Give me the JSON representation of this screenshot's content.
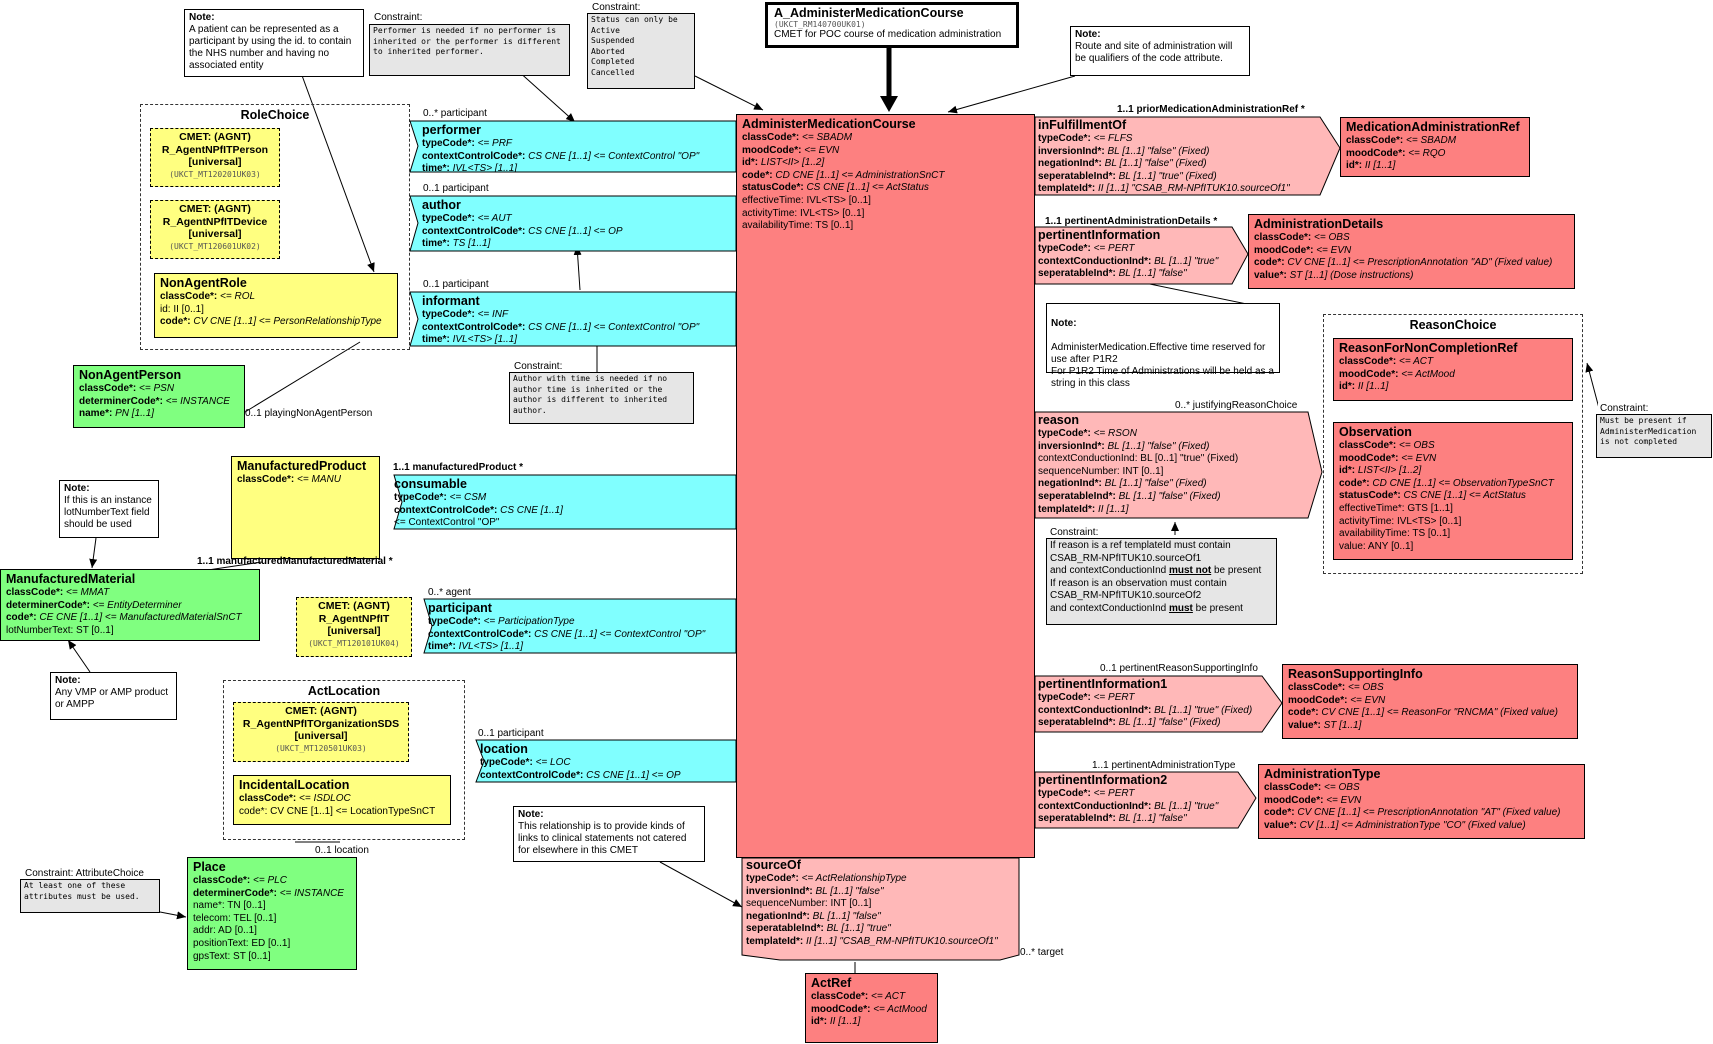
{
  "header": {
    "title": "A_AdministerMedicationCourse",
    "id": "(UKCT_RM140700UK01)",
    "description": "CMET for POC course of medication administration"
  },
  "main": {
    "title": "AdministerMedicationCourse",
    "rows": [
      {
        "k": "classCode*: ",
        "v": "<= SBADM",
        "kb": true,
        "vi": true
      },
      {
        "k": "moodCode*: ",
        "v": "<= EVN",
        "kb": true,
        "vi": true
      },
      {
        "k": "id*: ",
        "v": "LIST<II> [1..2]",
        "kb": true
      },
      {
        "k": "code*: ",
        "v": "CD CNE [1..1] <= AdministrationSnCT",
        "kb": true
      },
      {
        "k": "statusCode*: ",
        "v": "CS CNE [1..1] <= ActStatus",
        "kb": true
      },
      {
        "k": "",
        "v": "effectiveTime: IVL<TS> [0..1]"
      },
      {
        "k": "",
        "v": "activityTime: IVL<TS> [0..1]"
      },
      {
        "k": "",
        "v": "availabilityTime: TS [0..1]"
      }
    ]
  },
  "performer": {
    "title": "performer",
    "rows": [
      {
        "k": "typeCode*: ",
        "v": "<= PRF"
      },
      {
        "k": "contextControlCode*: ",
        "v": "CS CNE [1..1] <= ContextControl \"OP\""
      },
      {
        "k": "time*: ",
        "v": "IVL<TS> [1..1]"
      }
    ]
  },
  "author": {
    "title": "author",
    "rows": [
      {
        "k": "typeCode*: ",
        "v": "<= AUT"
      },
      {
        "k": "contextControlCode*: ",
        "v": "CS CNE [1..1] <= OP"
      },
      {
        "k": "time*: ",
        "v": "TS [1..1]"
      }
    ]
  },
  "informant": {
    "title": "informant",
    "rows": [
      {
        "k": "typeCode*: ",
        "v": "<= INF"
      },
      {
        "k": "contextControlCode*: ",
        "v": "CS CNE [1..1] <= ContextControl \"OP\""
      },
      {
        "k": "time*: ",
        "v": "IVL<TS> [1..1]"
      }
    ]
  },
  "consumable": {
    "title": "consumable",
    "rows": [
      {
        "k": "typeCode*: ",
        "v": "<= CSM"
      },
      {
        "k": "contextControlCode*: ",
        "v": "CS CNE [1..1]"
      },
      {
        "k": "",
        "v": "<= ContextControl \"OP\""
      }
    ]
  },
  "participant": {
    "title": "participant",
    "rows": [
      {
        "k": "typeCode*: ",
        "v": "<= ParticipationType"
      },
      {
        "k": "contextControlCode*: ",
        "v": "CS CNE [1..1] <= ContextControl \"OP\""
      },
      {
        "k": "time*: ",
        "v": "IVL<TS> [1..1]"
      }
    ]
  },
  "location": {
    "title": "location",
    "rows": [
      {
        "k": "typeCode*: ",
        "v": "<= LOC"
      },
      {
        "k": "contextControlCode*: ",
        "v": "CS CNE [1..1] <= OP"
      }
    ]
  },
  "nonAgentRole": {
    "title": "NonAgentRole",
    "rows": [
      {
        "k": "classCode*: ",
        "v": "<= ROL"
      },
      {
        "k": "",
        "v": "id: II [0..1]"
      },
      {
        "k": "code*: ",
        "v": "CV CNE [1..1] <= PersonRelationshipType"
      }
    ]
  },
  "nonAgentPerson": {
    "title": "NonAgentPerson",
    "rows": [
      {
        "k": "classCode*: ",
        "v": "<= PSN"
      },
      {
        "k": "determinerCode*: ",
        "v": "<= INSTANCE"
      },
      {
        "k": "name*: ",
        "v": "PN [1..1]"
      }
    ]
  },
  "manufacturedProduct": {
    "title": "ManufacturedProduct",
    "rows": [
      {
        "k": "classCode*: ",
        "v": "<= MANU"
      }
    ]
  },
  "manufacturedMaterial": {
    "title": "ManufacturedMaterial",
    "rows": [
      {
        "k": "classCode*: ",
        "v": "<= MMAT"
      },
      {
        "k": "determinerCode*: ",
        "v": "<= EntityDeterminer"
      },
      {
        "k": "code*: ",
        "v": "CE CNE [1..1] <= ManufacturedMaterialSnCT"
      },
      {
        "k": "",
        "v": "lotNumberText: ST [0..1]"
      }
    ]
  },
  "incidentalLocation": {
    "title": "IncidentalLocation",
    "rows": [
      {
        "k": "classCode*: ",
        "v": "<= ISDLOC"
      },
      {
        "k": "",
        "v": "code*: CV CNE [1..1] <= LocationTypeSnCT"
      }
    ]
  },
  "place": {
    "title": "Place",
    "rows": [
      {
        "k": "classCode*: ",
        "v": "<= PLC"
      },
      {
        "k": "determinerCode*: ",
        "v": "<= INSTANCE"
      },
      {
        "k": "",
        "v": "name*: TN [0..1]"
      },
      {
        "k": "",
        "v": "telecom: TEL [0..1]"
      },
      {
        "k": "",
        "v": "addr: AD [0..1]"
      },
      {
        "k": "",
        "v": "positionText: ED [0..1]"
      },
      {
        "k": "",
        "v": "gpsText: ST [0..1]"
      }
    ]
  },
  "inFulfillmentOf": {
    "title": "inFulfillmentOf",
    "rows": [
      {
        "k": "typeCode*: ",
        "v": "<= FLFS"
      },
      {
        "k": "inversionInd*: ",
        "v": "BL [1..1] \"false\" (Fixed)"
      },
      {
        "k": "negationInd*: ",
        "v": "BL [1..1] \"false\" (Fixed)"
      },
      {
        "k": "seperatableInd*: ",
        "v": "BL [1..1] \"true\" (Fixed)"
      },
      {
        "k": "templateId*: ",
        "v": "II [1..1] \"CSAB_RM-NPfITUK10.sourceOf1\""
      }
    ]
  },
  "medicationAdministrationRef": {
    "title": "MedicationAdministrationRef",
    "rows": [
      {
        "k": "classCode*: ",
        "v": "<= SBADM"
      },
      {
        "k": "moodCode*: ",
        "v": "<= RQO"
      },
      {
        "k": "id*: ",
        "v": "II [1..1]"
      }
    ]
  },
  "pertinentInformation": {
    "title": "pertinentInformation",
    "rows": [
      {
        "k": "typeCode*: ",
        "v": "<= PERT"
      },
      {
        "k": "contextConductionInd*: ",
        "v": "BL [1..1] \"true\""
      },
      {
        "k": "seperatableInd*: ",
        "v": "BL [1..1] \"false\""
      }
    ]
  },
  "administrationDetails": {
    "title": "AdministrationDetails",
    "rows": [
      {
        "k": "classCode*: ",
        "v": "<= OBS"
      },
      {
        "k": "moodCode*: ",
        "v": "<= EVN"
      },
      {
        "k": "code*: ",
        "v": "CV CNE [1..1] <= PrescriptionAnnotation \"AD\" (Fixed value)"
      },
      {
        "k": "value*: ",
        "v": "ST [1..1] (Dose instructions)"
      }
    ]
  },
  "reason": {
    "title": "reason",
    "rows": [
      {
        "k": "typeCode*: ",
        "v": "<= RSON"
      },
      {
        "k": "inversionInd*: ",
        "v": "BL [1..1] \"false\" (Fixed)"
      },
      {
        "k": "",
        "v": "contextConductionInd: BL [0..1] \"true\" (Fixed)"
      },
      {
        "k": "",
        "v": "sequenceNumber: INT [0..1]"
      },
      {
        "k": "negationInd*: ",
        "v": "BL [1..1] \"false\" (Fixed)"
      },
      {
        "k": "seperatableInd*: ",
        "v": "BL [1..1] \"false\" (Fixed)"
      },
      {
        "k": "templateId*: ",
        "v": "II [1..1]"
      }
    ]
  },
  "reasonForNonCompletionRef": {
    "title": "ReasonForNonCompletionRef",
    "rows": [
      {
        "k": "classCode*: ",
        "v": "<= ACT"
      },
      {
        "k": "moodCode*: ",
        "v": "<= ActMood"
      },
      {
        "k": "id*: ",
        "v": "II [1..1]"
      }
    ]
  },
  "observation": {
    "title": "Observation",
    "rows": [
      {
        "k": "classCode*: ",
        "v": "<= OBS"
      },
      {
        "k": "moodCode*: ",
        "v": "<= EVN"
      },
      {
        "k": "id*: ",
        "v": "LIST<II> [1..2]"
      },
      {
        "k": "code*: ",
        "v": "CD CNE [1..1] <= ObservationTypeSnCT"
      },
      {
        "k": "statusCode*: ",
        "v": "CS CNE [1..1] <= ActStatus"
      },
      {
        "k": "",
        "v": "effectiveTime*: GTS [1..1]"
      },
      {
        "k": "",
        "v": "activityTime: IVL<TS> [0..1]"
      },
      {
        "k": "",
        "v": "availabilityTime: TS [0..1]"
      },
      {
        "k": "",
        "v": "value: ANY [0..1]"
      }
    ]
  },
  "pertinentInformation1": {
    "title": "pertinentInformation1",
    "rows": [
      {
        "k": "typeCode*: ",
        "v": "<= PERT"
      },
      {
        "k": "contextConductionInd*: ",
        "v": "BL [1..1] \"true\" (Fixed)"
      },
      {
        "k": "seperatableInd*: ",
        "v": "BL [1..1] \"false\" (Fixed)"
      }
    ]
  },
  "reasonSupportingInfo": {
    "title": "ReasonSupportingInfo",
    "rows": [
      {
        "k": "classCode*: ",
        "v": "<= OBS"
      },
      {
        "k": "moodCode*: ",
        "v": "<= EVN"
      },
      {
        "k": "code*: ",
        "v": "CV CNE [1..1] <= ReasonFor \"RNCMA\" (Fixed value)"
      },
      {
        "k": "value*: ",
        "v": "ST [1..1]"
      }
    ]
  },
  "pertinentInformation2": {
    "title": "pertinentInformation2",
    "rows": [
      {
        "k": "typeCode*: ",
        "v": "<= PERT"
      },
      {
        "k": "contextConductionInd*: ",
        "v": "BL [1..1] \"true\""
      },
      {
        "k": "seperatableInd*: ",
        "v": "BL [1..1] \"false\""
      }
    ]
  },
  "administrationType": {
    "title": "AdministrationType",
    "rows": [
      {
        "k": "classCode*: ",
        "v": "<= OBS"
      },
      {
        "k": "moodCode*: ",
        "v": "<= EVN"
      },
      {
        "k": "code*: ",
        "v": "CV CNE [1..1] <= PrescriptionAnnotation \"AT\" (Fixed value)"
      },
      {
        "k": "value*: ",
        "v": "CV [1..1] <= AdministrationType \"CO\" (Fixed value)"
      }
    ]
  },
  "sourceOf": {
    "title": "sourceOf",
    "rows": [
      {
        "k": "typeCode*: ",
        "v": "<= ActRelationshipType"
      },
      {
        "k": "inversionInd*: ",
        "v": "BL [1..1] \"false\""
      },
      {
        "k": "",
        "v": "sequenceNumber: INT [0..1]"
      },
      {
        "k": "negationInd*: ",
        "v": "BL [1..1] \"false\""
      },
      {
        "k": "seperatableInd*: ",
        "v": "BL [1..1] \"true\""
      },
      {
        "k": "templateId*: ",
        "v": "II [1..1] \"CSAB_RM-NPfITUK10.sourceOf1\""
      }
    ]
  },
  "actRef": {
    "title": "ActRef",
    "rows": [
      {
        "k": "classCode*: ",
        "v": "<= ACT"
      },
      {
        "k": "moodCode*: ",
        "v": "<= ActMood"
      },
      {
        "k": "id*: ",
        "v": "II [1..1]"
      }
    ]
  },
  "groups": {
    "roleChoice": "RoleChoice",
    "actLocation": "ActLocation",
    "reasonChoice": "ReasonChoice"
  },
  "cmets": {
    "person": {
      "a": "CMET: (AGNT)",
      "b": "R_AgentNPfITPerson",
      "c": "[universal]",
      "d": "(UKCT_MT120201UK03)"
    },
    "device": {
      "a": "CMET: (AGNT)",
      "b": "R_AgentNPfITDevice",
      "c": "[universal]",
      "d": "(UKCT_MT120601UK02)"
    },
    "agent": {
      "a": "CMET: (AGNT)",
      "b": "R_AgentNPfIT",
      "c": "[universal]",
      "d": "(UKCT_MT120101UK04)"
    },
    "org": {
      "a": "CMET: (AGNT)",
      "b": "R_AgentNPfITOrganizationSDS",
      "c": "[universal]",
      "d": "(UKCT_MT120501UK03)"
    }
  },
  "notes": {
    "patient": {
      "title": "Note:",
      "text": "A patient can be represented as  a participant by using the id. to contain the NHS number and having no associated entity"
    },
    "route": {
      "title": "Note:",
      "text": "Route and site of administration will be qualifiers of the code attribute."
    },
    "effectiveTime": {
      "title": "Note:",
      "text": "AdministerMedication.Effective time reserved for use after P1R2\nFor P1R2 Time of Administrations  will be held as a string in this class"
    },
    "lotNumber": {
      "title": "Note:",
      "text": "If this is an instance lotNumberText field should be used"
    },
    "vmp": {
      "title": "Note:",
      "text": "Any VMP or AMP product or AMPP"
    },
    "relationship": {
      "title": "Note:",
      "text": "This relationship is to provide kinds of links to clinical statements not catered for elsewhere in this CMET"
    }
  },
  "constraints": {
    "performer": {
      "label": "Constraint:",
      "text": "Performer is needed if no performer is inherited or the performer is different to inherited performer."
    },
    "status": {
      "label": "Constraint:",
      "text": "Status can only be\nActive\nSuspended\nAborted\nCompleted\nCancelled"
    },
    "author": {
      "label": "Constraint:",
      "text": "Author with time is needed if no author time is inherited or the author is different to inherited author."
    },
    "attributeChoice": {
      "label": "Constraint: AttributeChoice",
      "text": "At least one of these attributes must be used."
    },
    "reasonPresent": {
      "label": "Constraint:",
      "text": "Must be present if AdministerMedication is not completed"
    },
    "reason": {
      "label": "Constraint:",
      "lines": [
        {
          "t": "If reason is a ref templateId must contain"
        },
        {
          "t": "CSAB_RM-NPfITUK10.sourceOf1"
        },
        {
          "t": "and contextConductionInd ",
          "u": "must not",
          "e": " be present"
        },
        {
          "t": "If reason is an observation must contain"
        },
        {
          "t": "CSAB_RM-NPfITUK10.sourceOf2"
        },
        {
          "t": "and contextConductionInd ",
          "u": "must",
          "e": " be present"
        }
      ]
    }
  },
  "labels": {
    "performerMult": "0..* participant",
    "authorMult": "0..1 participant",
    "informantMult": "0..1 participant",
    "playing": "0..1 playingNonAgentPerson",
    "manufacturedProduct": "1..1 manufacturedProduct  *",
    "manufacturedMaterial": "1..1 manufacturedManufacturedMaterial  *",
    "agent": "0..* agent",
    "locationMult": "0..1 participant",
    "placeMult": "0..1 location",
    "priorRef": "1..1 priorMedicationAdministrationRef  *",
    "pertinentDetails": "1..1 pertinentAdministrationDetails  *",
    "justifying": "0..* justifyingReasonChoice",
    "supporting": "0..1 pertinentReasonSupportingInfo",
    "adminType": "1..1 pertinentAdministrationType",
    "target": "0..* target"
  },
  "colors": {
    "act": "#fd8080",
    "actRelationship": "#ffb8b8",
    "participation": "#80ffff",
    "role": "#ffff80",
    "entity": "#80ff80"
  }
}
